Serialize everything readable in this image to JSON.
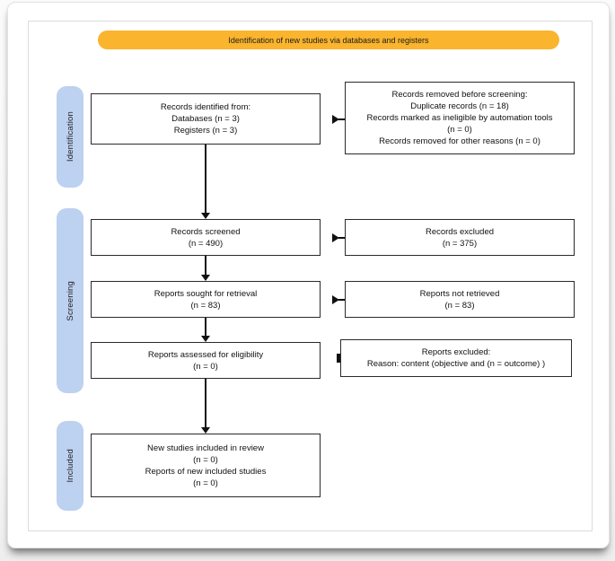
{
  "banner": {
    "label": "Identification of new studies via databases and registers",
    "color": "#FAB42D"
  },
  "colors": {
    "stage_fill": "#BDD1F0",
    "box_border": "#2a2a2a",
    "arrow": "#111111"
  },
  "stages": [
    {
      "label": "Identification"
    },
    {
      "label": "Screening"
    },
    {
      "label": "Included"
    }
  ],
  "flow": {
    "boxes": [
      {
        "id": "records-identified",
        "lines": [
          "Records identified from:",
          "Databases (n = 3)",
          "Registers (n = 3)"
        ]
      },
      {
        "id": "records-removed",
        "lines": [
          "Records removed before screening:",
          "Duplicate records (n = 18)",
          "Records marked as ineligible by automation tools (n = 0)",
          "Records removed for other reasons (n = 0)"
        ]
      },
      {
        "id": "records-screened",
        "lines": [
          "Records screened",
          "(n = 490)"
        ]
      },
      {
        "id": "records-excluded",
        "lines": [
          "Records excluded",
          "(n = 375)"
        ]
      },
      {
        "id": "reports-sought",
        "lines": [
          "Reports sought for retrieval",
          "(n = 83)"
        ]
      },
      {
        "id": "reports-not-retrieved",
        "lines": [
          "Reports not retrieved",
          "(n = 83)"
        ]
      },
      {
        "id": "reports-assessed",
        "lines": [
          "Reports assessed for eligibility",
          "(n = 0)"
        ]
      },
      {
        "id": "reports-excluded",
        "lines": [
          "Reports excluded:",
          "Reason: content (objective and (n =  outcome) )"
        ]
      },
      {
        "id": "new-studies-included",
        "lines": [
          "New studies included in review",
          "(n = 0)",
          "Reports of new included studies",
          "(n = 0)"
        ]
      }
    ]
  }
}
